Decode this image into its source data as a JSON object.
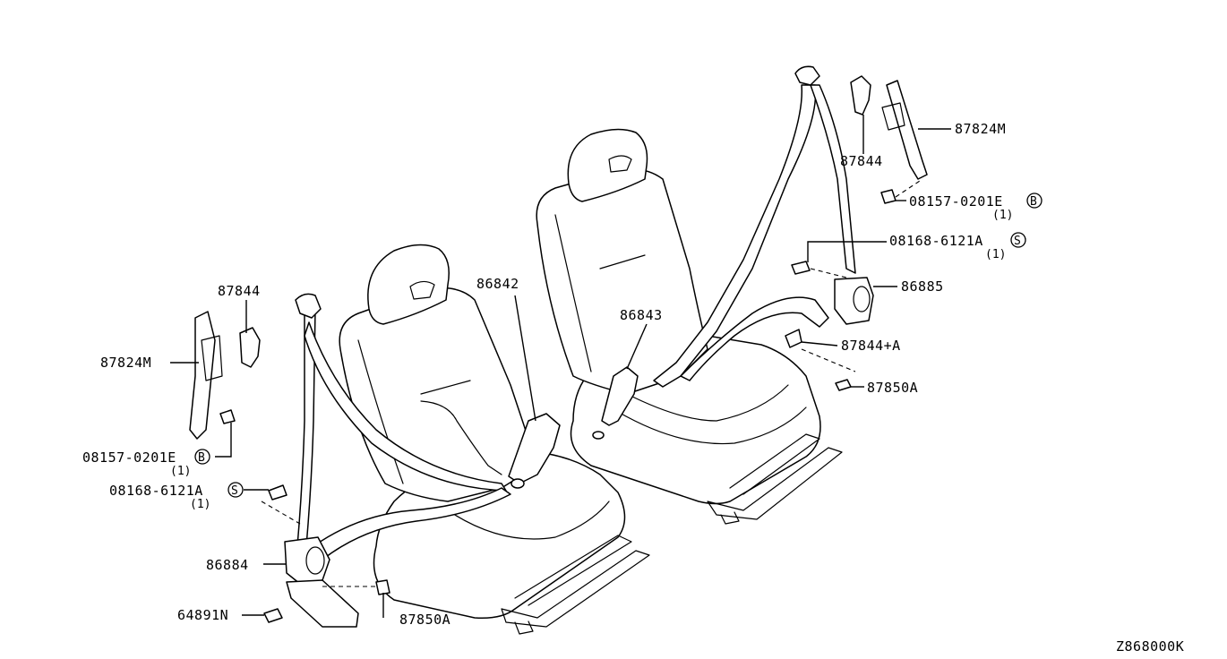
{
  "diagram_code": "Z868000K",
  "labels": {
    "p87824M_left": "87824M",
    "p87844_left": "87844",
    "p08157_left": "08157-0201E",
    "p08157_left_qty": "(1)",
    "p08157_left_badge": "B",
    "p08168_left": "08168-6121A",
    "p08168_left_qty": "(1)",
    "p08168_left_badge": "S",
    "p86884": "86884",
    "p64891N": "64891N",
    "p87850A_left": "87850A",
    "p86842": "86842",
    "p86843": "86843",
    "p87824M_right": "87824M",
    "p87844_right": "87844",
    "p08157_right": "08157-0201E",
    "p08157_right_qty": "(1)",
    "p08157_right_badge": "B",
    "p08168_right": "08168-6121A",
    "p08168_right_qty": "(1)",
    "p08168_right_badge": "S",
    "p86885": "86885",
    "p87844A": "87844+A",
    "p87850A_right": "87850A"
  }
}
